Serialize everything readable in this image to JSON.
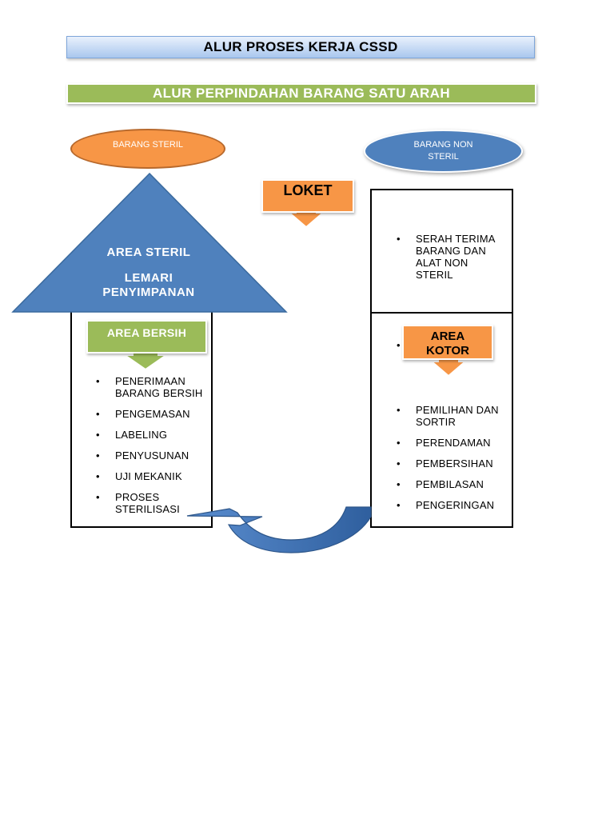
{
  "title": "ALUR PROSES KERJA CSSD",
  "subtitle": "ALUR PERPINDAHAN BARANG SATU ARAH",
  "barang_steril": "BARANG STERIL",
  "barang_non_steril": {
    "line1": "BARANG NON",
    "line2": "STERIL"
  },
  "loket": "LOKET",
  "area_steril": {
    "label": "AREA STERIL",
    "sub_line1": "LEMARI",
    "sub_line2": "PENYIMPANAN"
  },
  "area_bersih": {
    "label": "AREA BERSIH",
    "items": [
      "PENERIMAAN BARANG BERSIH",
      "PENGEMASAN",
      "LABELING",
      "PENYUSUNAN",
      "UJI MEKANIK",
      "PROSES STERILISASI"
    ]
  },
  "serah_terima": {
    "items": [
      "SERAH TERIMA BARANG DAN ALAT NON STERIL"
    ]
  },
  "area_kotor": {
    "line1": "AREA",
    "line2": "KOTOR",
    "stray_bullet": "•",
    "items": [
      "PEMILIHAN DAN SORTIR",
      "PERENDAMAN",
      "PEMBERSIHAN",
      "PEMBILASAN",
      "PENGERINGAN"
    ]
  },
  "colors": {
    "blue": "#4f81bd",
    "orange": "#f79646",
    "green": "#9bbb59",
    "title_blue": "#a9c7ee"
  }
}
